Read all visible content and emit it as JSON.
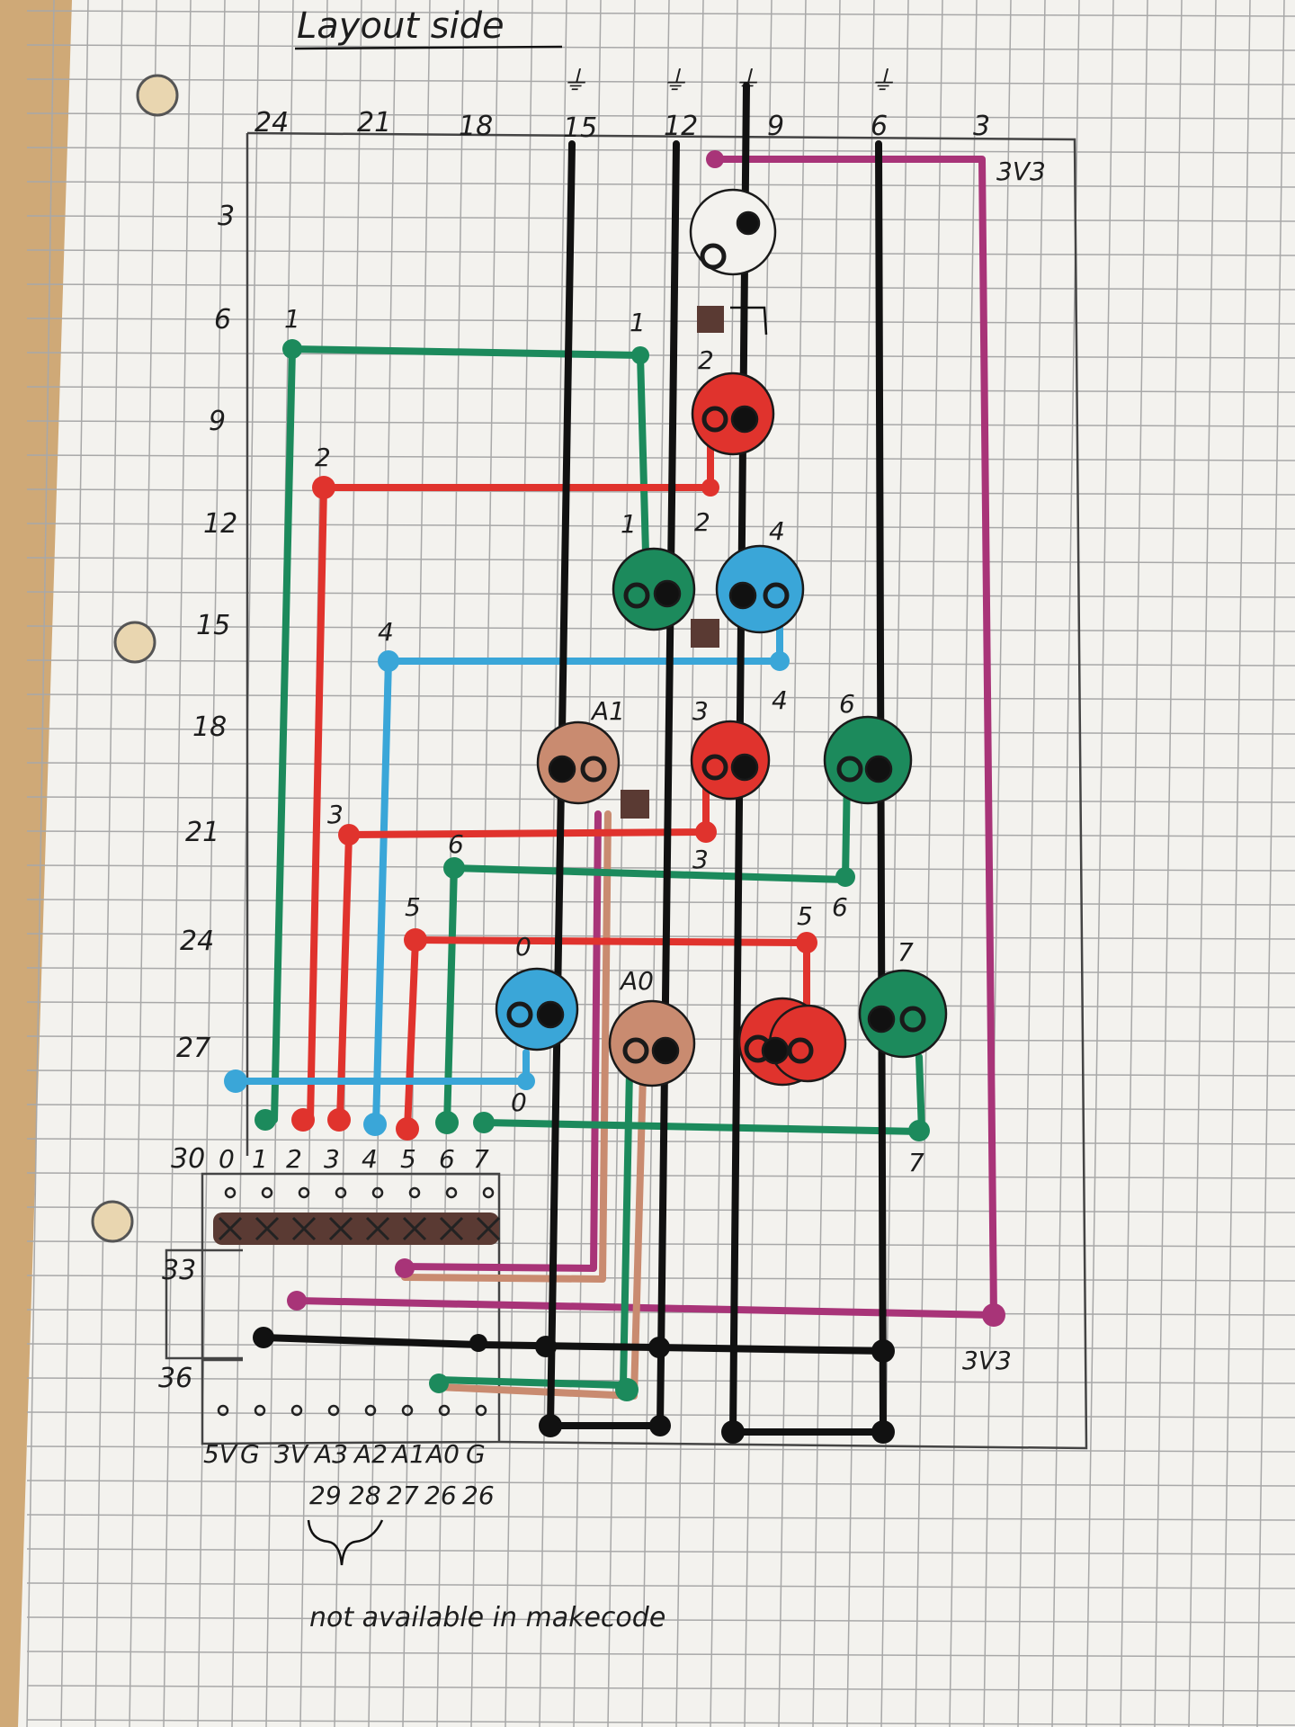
{
  "title": "Layout side",
  "column_labels": [
    "24",
    "21",
    "18",
    "15",
    "12",
    "9",
    "6",
    "3"
  ],
  "row_labels": [
    "3",
    "6",
    "9",
    "12",
    "15",
    "18",
    "21",
    "24",
    "27",
    "30",
    "33",
    "36"
  ],
  "ground_symbol": "⏚",
  "power_label": "3V3",
  "pin_numbers": [
    "0",
    "1",
    "2",
    "3",
    "4",
    "5",
    "6",
    "7"
  ],
  "bottom_pins": [
    "5V",
    "G",
    "3V",
    "A3",
    "A2",
    "A1",
    "A0",
    "G"
  ],
  "bottom_pin_numbers": [
    "29",
    "28",
    "27",
    "26",
    "26"
  ],
  "note": "not available in makecode",
  "led_labels": {
    "l1": "1",
    "l2": "2",
    "l4": "4",
    "a1": "A1",
    "l3": "3",
    "l6": "6",
    "a0": "A0",
    "l7": "7",
    "l0": "0",
    "l5": "5"
  },
  "wire_labels": {
    "w1a": "1",
    "w1b": "1",
    "w2a": "2",
    "w2b": "2",
    "w4a": "4",
    "w4b": "4",
    "w3a": "3",
    "w3b": "3",
    "w6a": "6",
    "w6b": "6",
    "w5a": "5",
    "w5b": "5",
    "w0a": "0",
    "w0b": "0",
    "w7a": "7"
  },
  "colors": {
    "paper": "#f4f3ef",
    "grid": "#9a9a9a",
    "ink": "#111111",
    "red": "#e0332d",
    "green": "#1c8a5c",
    "blue": "#3aa6d8",
    "brown": "#c98b70",
    "magenta": "#a83478",
    "black": "#111111",
    "dark_brown": "#5a3a33"
  }
}
